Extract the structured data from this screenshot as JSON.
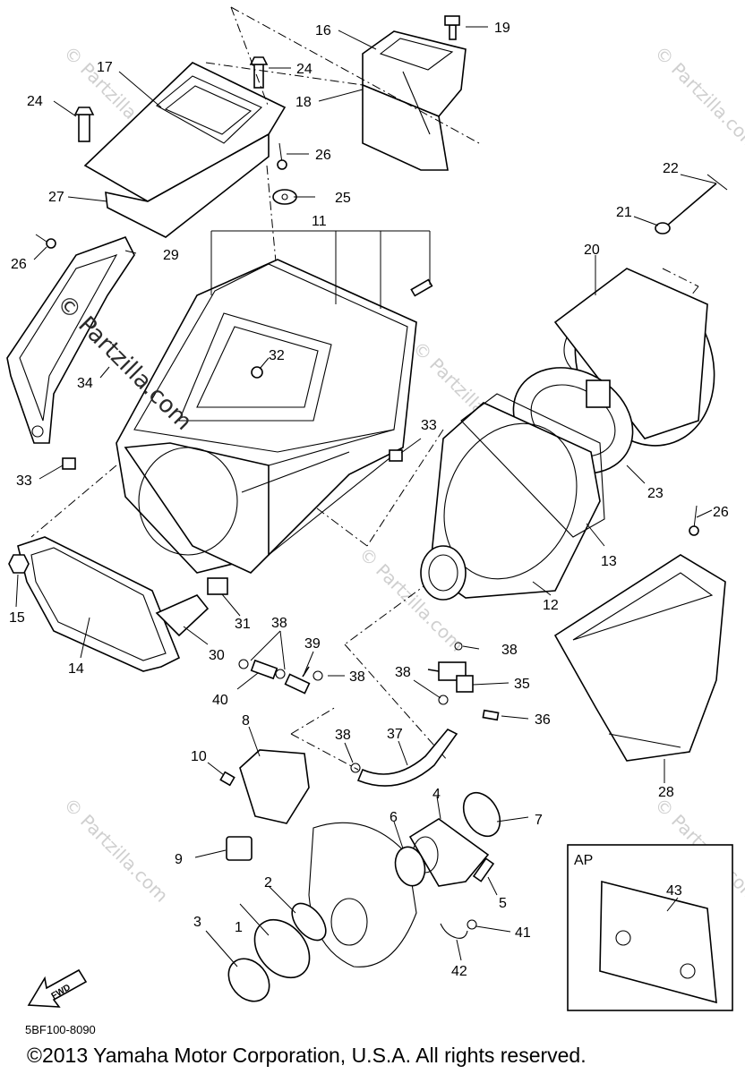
{
  "diagram": {
    "labels": {
      "p1": "1",
      "p2": "2",
      "p3": "3",
      "p4": "4",
      "p5": "5",
      "p6": "6",
      "p7": "7",
      "p8": "8",
      "p9": "9",
      "p10": "10",
      "p11": "11",
      "p12": "12",
      "p13": "13",
      "p14": "14",
      "p15": "15",
      "p16": "16",
      "p17": "17",
      "p18": "18",
      "p19": "19",
      "p20": "20",
      "p21": "21",
      "p22": "22",
      "p23": "23",
      "p24a": "24",
      "p24b": "24",
      "p25": "25",
      "p26a": "26",
      "p26b": "26",
      "p26c": "26",
      "p27": "27",
      "p28": "28",
      "p29": "29",
      "p30": "30",
      "p31": "31",
      "p32": "32",
      "p33a": "33",
      "p33b": "33",
      "p34": "34",
      "p35": "35",
      "p36": "36",
      "p37": "37",
      "p38a": "38",
      "p38b": "38",
      "p38c": "38",
      "p38d": "38",
      "p38e": "38",
      "p39": "39",
      "p40": "40",
      "p41": "41",
      "p42": "42",
      "p43": "43"
    },
    "inset_title": "AP",
    "fwd_arrow": "FWD",
    "watermark_main": "© Partzilla.com",
    "watermark_faint": "© Partzilla.com"
  },
  "footer": {
    "code": "5BF100-8090",
    "copyright": "©2013  Yamaha Motor Corporation, U.S.A. All rights reserved."
  }
}
